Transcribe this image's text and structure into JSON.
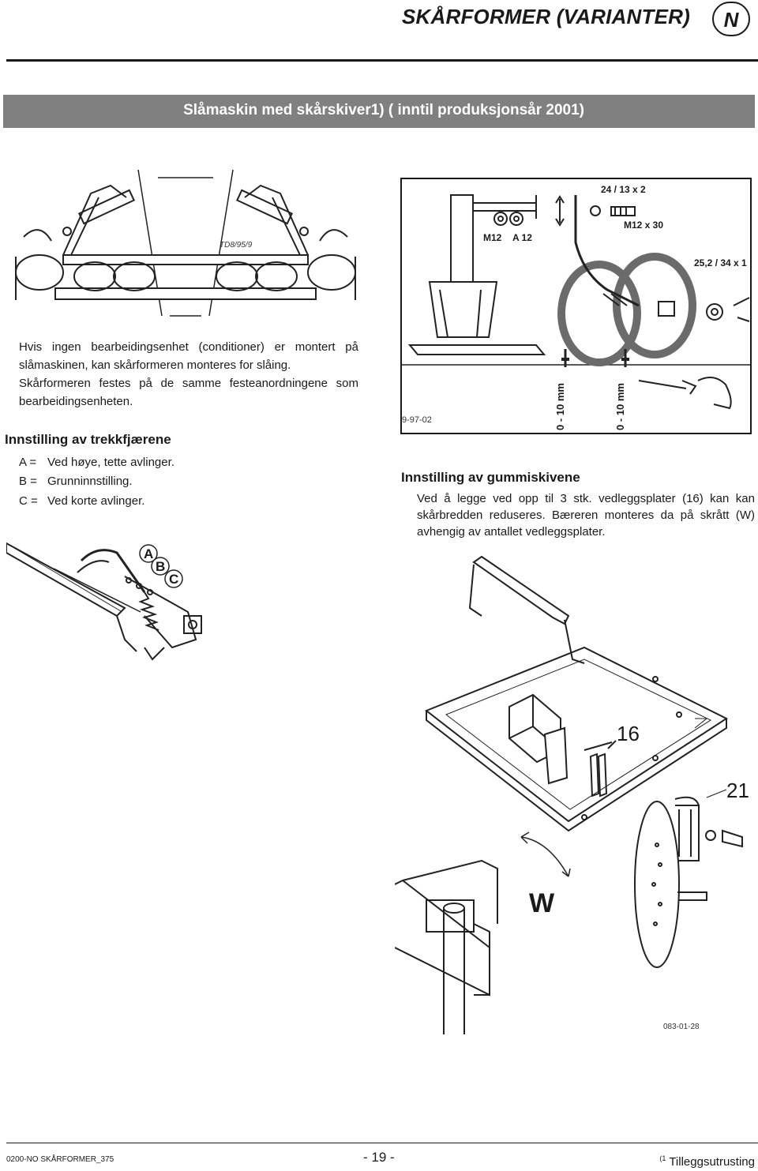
{
  "header": {
    "title": "SKÅRFORMER (VARIANTER)",
    "language_badge": "N"
  },
  "banner": {
    "title": "Slåmaskin med skårskiver1)  ( inntil produksjonsår 2001)"
  },
  "figure_top_left": {
    "code": "TD8/95/9"
  },
  "intro": {
    "para1": "Hvis ingen bearbeidingsenhet (conditioner) er montert på slåmaskinen, kan skårformeren monteres for slåing.",
    "para2": "Skårformeren festes på de samme festeanordningene som bearbeidingsenheten."
  },
  "trekkfjaer": {
    "heading": "Innstilling av trekkfjærene",
    "items": [
      {
        "key": "A =",
        "text": "Ved høye, tette avlinger."
      },
      {
        "key": "B =",
        "text": "Grunninnstilling."
      },
      {
        "key": "C =",
        "text": "Ved korte avlinger."
      }
    ],
    "figure_labels": [
      "A",
      "B",
      "C"
    ]
  },
  "figure_right": {
    "bolt_label": "24 / 13 x 2",
    "screw_label": "M12 x 30",
    "nut_label": "M12",
    "washer_label": "A 12",
    "pin_label": "25,2 / 34 x 1",
    "gap_label_1": "0 - 10 mm",
    "gap_label_2": "0 - 10 mm",
    "code": "9-97-02"
  },
  "gummiskiver": {
    "heading": "Innstilling av gummiskivene",
    "para": "Ved å legge ved opp til 3 stk. vedleggsplater (16) kan kan skårbredden reduseres. Bæreren monteres da på skrått (W) avhengig av antallet vedleggsplater."
  },
  "figure_bottom": {
    "label_16": "16",
    "label_21": "21",
    "label_w": "W",
    "code": "083-01-28"
  },
  "footer": {
    "doc_ref": "0200-NO SKÅRFORMER_375",
    "page": "- 19 -",
    "footnote_mark": "(1",
    "footnote_text": "Tilleggsutrusting"
  }
}
